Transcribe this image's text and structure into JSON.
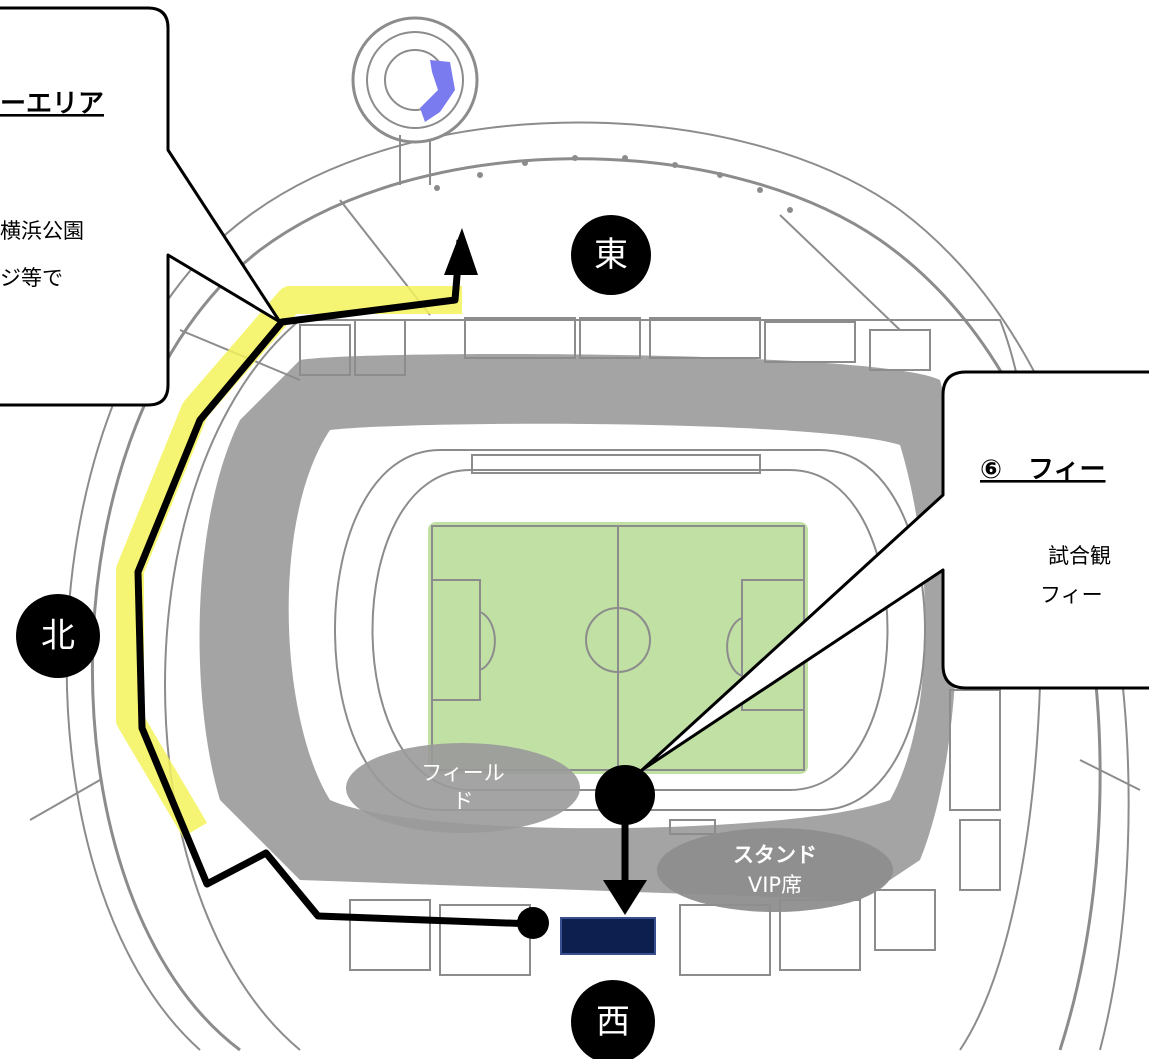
{
  "compass": {
    "east": "東",
    "north": "北",
    "west": "西"
  },
  "callout_left": {
    "title": "ーエリア",
    "body_line1": "横浜公園",
    "body_line2": "ジ等で"
  },
  "callout_right": {
    "title": "⑥　フィー",
    "body_line1": "試合観",
    "body_line2": "フィー"
  },
  "zones": {
    "field_line1": "フィール",
    "field_line2": "ド",
    "stand_line1": "スタンド",
    "stand_line2": "VIP席"
  },
  "colors": {
    "route": "#000000",
    "route_highlight": "#f5f35a",
    "pitch": "#b9dd9a",
    "vip_box": "#0d1f4f",
    "rotunda_mark": "#7b7bf0",
    "structure": "#8c8c8c",
    "zone_fill": "#9a9a9a"
  }
}
